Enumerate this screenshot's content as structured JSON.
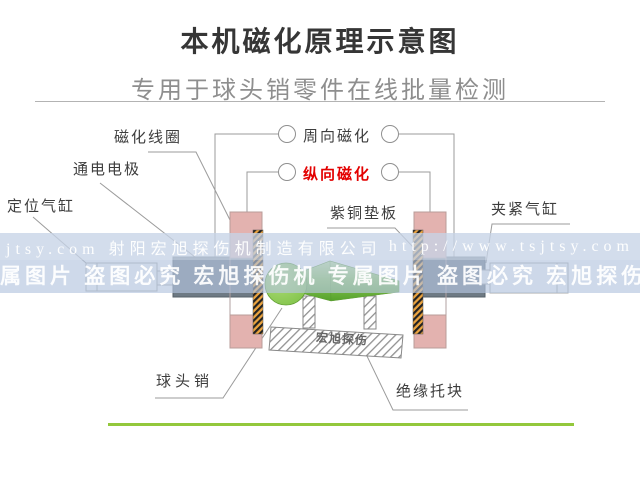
{
  "title": "本机磁化原理示意图",
  "subtitle": "专用于球头销零件在线批量检测",
  "labels": {
    "coil": "磁化线圈",
    "circumferential": "周向磁化",
    "electrode": "通电电极",
    "longitudinal": "纵向磁化",
    "positioning_cylinder": "定位气缸",
    "copper_pad": "紫铜垫板",
    "clamping_cylinder": "夹紧气缸",
    "ball_pin": "球头销",
    "insulating_block": "绝缘托块"
  },
  "watermark": {
    "line1_left": "jtsy.com 射阳宏旭探伤机制造有限公司",
    "line1_right": "http://www.tsjtsy.com",
    "line2": "属图片 盗图必究  宏旭探伤机 专属图片 盗图必究  宏旭探伤机 专",
    "stamp": "宏旭探伤"
  },
  "colors": {
    "highlight_red": "#e30000",
    "coil_pink": "#e3b2af",
    "electrode_gray": "#6e7a84",
    "copper_orange": "#eca43f",
    "ball_green": "#79bf41",
    "bottom_rule_green": "#93c83c",
    "watermark_blue": "#b5c5df"
  }
}
